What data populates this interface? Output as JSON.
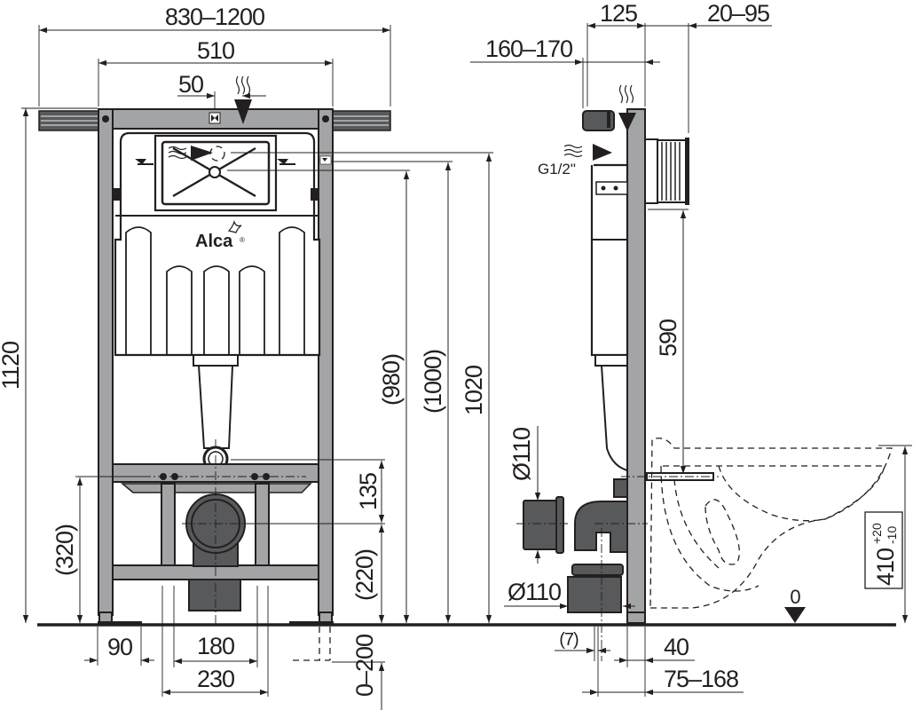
{
  "front_view": {
    "dimensions": {
      "overall_width": "830–1200",
      "frame_width": "510",
      "inlet_offset": "50",
      "total_height": "1120",
      "flush_plate_height": "(980)",
      "flush_plate_height_2": "(1000)",
      "tank_top_height": "1020",
      "bolt_height": "(320)",
      "outlet_offset": "135",
      "outlet_height": "(220)",
      "foot_extension": "0–200",
      "foot_width": "90",
      "bolt_spacing_inner": "180",
      "bolt_spacing_outer": "230"
    },
    "brand_logo": "Alca",
    "registered_mark": "®"
  },
  "side_view": {
    "dimensions": {
      "frame_depth": "125",
      "cistern_depth": "160–170",
      "wall_gap": "20–95",
      "water_inlet": "G1/2\"",
      "bolt_to_floor": "590",
      "outlet_diameter_top": "Ø110",
      "outlet_diameter_bottom": "Ø110",
      "pipe_offset": "(7)",
      "leg_depth": "40",
      "outlet_reach": "75–168",
      "toilet_height_base": "410",
      "toilet_height_tol_plus": "+20",
      "toilet_height_tol_minus": "-10",
      "floor_level": "0"
    }
  },
  "colors": {
    "frame_gray": "#a3a4a6",
    "pipe_dark": "#58595b",
    "line": "#231f20",
    "background": "#ffffff"
  }
}
